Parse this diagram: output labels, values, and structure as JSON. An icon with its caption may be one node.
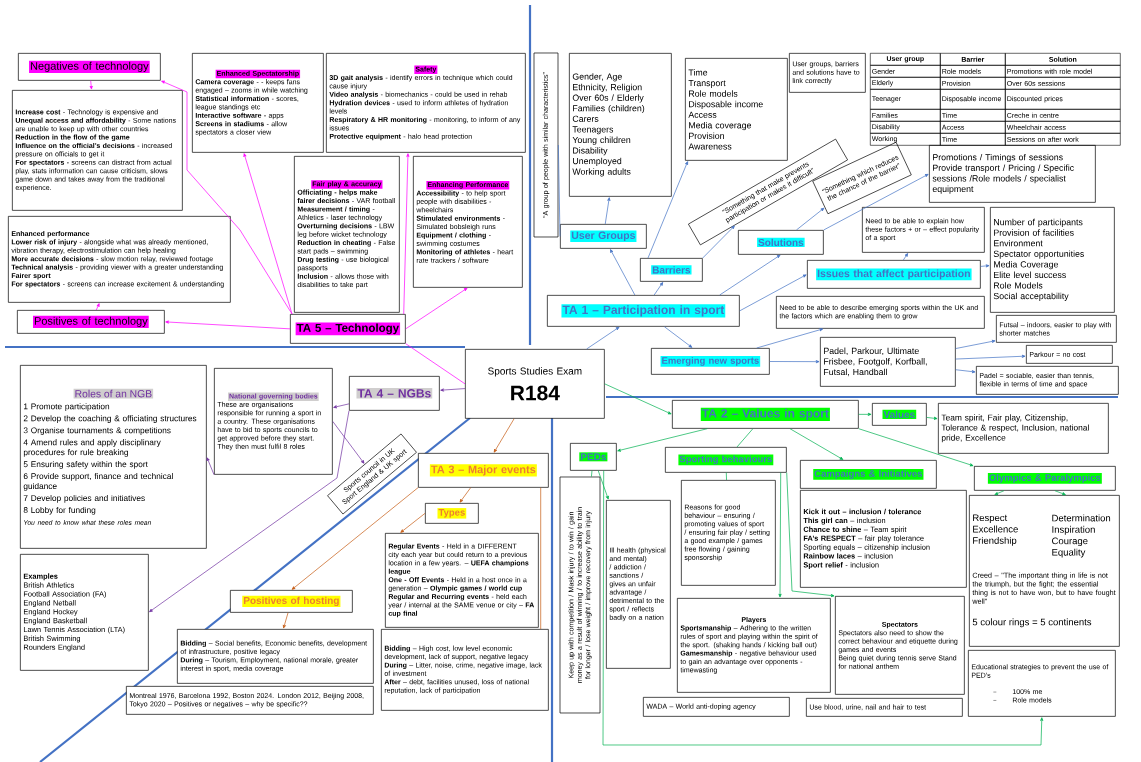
{
  "diagram": {
    "nodes": [
      {
        "text": [
          "Negatives of technology"
        ]
      },
      {
        "text": [
          "**Increase cost** - Technology is expensive and",
          "**Unequal access and affordability** - Some nations are unable to keep up with other countries",
          "**Reduction in the flow of the game**",
          "**Influence on the official’s decisions** - increased pressure on officials to get it",
          "**For spectators** - screens can distract from actual play, stats information can cause criticism, slows game down and takes away from the traditional experience."
        ]
      },
      {
        "text": [
          "Enhanced Spectatorship",
          "**Camera coverage** - - keeps fans engaged – zooms in while watching",
          "**Statistical information** - scores, league standings etc",
          "**Interactive software** - apps",
          "**Screens in stadiums** - allow spectators a closer view"
        ]
      },
      {
        "text": [
          "Safety",
          "**3D gait analysis** - identify errors in technique which could cause injury",
          "**Video analysis** - biomechanics - could be used in rehab",
          "**Hydration devices** - used to inform athletes of hydration levels",
          "**Respiratory & HR monitoring** - monitoring, to inform of any issues",
          "**Protective equipment** - halo head protection"
        ]
      },
      {
        "text": [
          "Fair play & accuracy",
          "**Officiating - helps make fairer decisions** - VAR football",
          "**Measurement / timing** - Athletics - laser technology",
          "**Overturning decisions** - LBW leg before wicket technology",
          "**Reduction in cheating** - False start pads – swimming",
          "**Drug testing** - use biological passports",
          "**Inclusion** - allows those with disabilities to take part"
        ]
      },
      {
        "text": [
          "Enhancing Performance",
          "**Accessibility** - to help sport people with disabilities - wheelchairs",
          "**Stimulated environments** - Simulated bobsleigh runs",
          "**Equipment / clothing** - swimming costumes",
          "**Monitoring of athletes** - heart rate trackers / software"
        ]
      },
      {
        "text": [
          "Enhanced performance",
          "**Lower risk of injury** - alongside what was already mentioned, vibration therapy, electrostimulation can help healing",
          "**More accurate decisions** - slow motion relay, reviewed footage",
          "**Technical analysis** - providing viewer with a greater understanding",
          "**Fairer sport**",
          "**For spectators** - screens can increase excitement & understanding"
        ]
      },
      {
        "text": [
          "Positives of technology"
        ]
      },
      {
        "text": [
          "TA 5 – Technology"
        ]
      },
      {
        "text": [
          "Sports Studies Exam",
          "R184"
        ]
      },
      {
        "text": [
          "TA 1 – Participation in sport"
        ]
      },
      {
        "text": [
          "User Groups"
        ]
      },
      {
        "text": [
          "Gender, Age",
          "Ethnicity, Religion",
          "Over 60s / Elderly",
          "Families (children)",
          "Carers",
          "Teenagers",
          "Young children",
          "Disability",
          "Unemployed",
          "Working adults"
        ]
      },
      {
        "text": [
          "“A group of people with similar characteristics”"
        ]
      },
      {
        "text": [
          "Time",
          "Transport",
          "Role models",
          "Disposable income",
          "Access",
          "Media coverage",
          "Provision",
          "Awareness"
        ]
      },
      {
        "text": [
          "Barriers"
        ]
      },
      {
        "text": [
          "“Something that make prevents participation or makes it difficult”"
        ]
      },
      {
        "text": [
          "Solutions"
        ]
      },
      {
        "text": [
          "“Something which reduces the chance of the barrier”"
        ]
      },
      {
        "text": [
          "Promotions / Timings of sessions Provide transport / Pricing / Specific sessions /Role models / specialist equipment"
        ]
      },
      {
        "text": [
          "User groups, barriers and solutions have to link correctly"
        ]
      },
      {
        "text": [
          "Issues that affect participation"
        ]
      },
      {
        "text": [
          "Need to be able to explain how these factors + or – effect popularity of a sport"
        ]
      },
      {
        "text": [
          "Number of participants",
          "Provision of facilities",
          "Environment",
          "Spectator opportunities",
          "Media Coverage",
          "Elite level success",
          "Role Models",
          "Social acceptability"
        ]
      },
      {
        "text": [
          "Emerging new sports"
        ]
      },
      {
        "text": [
          "Need to be able to describe emerging sports within the UK and the factors which are enabling them to grow"
        ]
      },
      {
        "text": [
          "Padel, Parkour, Ultimate Frisbee, Footgolf, Korfball, Futsal, Handball"
        ]
      },
      {
        "text": [
          "Futsal – indoors, easier to play with shorter matches"
        ]
      },
      {
        "text": [
          "Parkour = no cost"
        ]
      },
      {
        "text": [
          "Padel = sociable, easier than tennis, flexible in terms of time and space"
        ]
      },
      {
        "text": [
          "TA 4 – NGBs"
        ]
      },
      {
        "text": [
          "Roles of an NGB",
          "1 Promote participation",
          "2 Develop the coaching & officiating structures",
          "3 Organise tournaments & competitions",
          "4 Amend rules and apply disciplinary procedures for rule breaking",
          "5 Ensuring safety within the sport",
          "6 Provide support, finance and technical guidance",
          "7 Develop policies and initiatives",
          "8 Lobby for funding",
          "You need to know what these roles mean"
        ]
      },
      {
        "text": [
          "National governing bodies",
          "These are organisations responsible for running a sport in a country. These organisations have to bid to sports councils to get approved before they start. They then must fulfil 8 roles"
        ]
      },
      {
        "text": [
          "Sports council in UK Sport England & UK sport"
        ]
      },
      {
        "text": [
          "Examples",
          "British Athletics",
          "Football Association (FA)",
          "England Netball",
          "England Hockey",
          "England Basketball",
          "Lawn Tennis Association (LTA)",
          "British Swimming",
          "Rounders England"
        ]
      },
      {
        "text": [
          "TA 3 – Major events"
        ]
      },
      {
        "text": [
          "Types"
        ]
      },
      {
        "text": [
          "**Regular Events** - Held in a DIFFERENT city each year but could return to a previous location in a few years. – **UEFA champions league**",
          "**One - Off Events** - Held in a host once in a generation – **Olympic games / world cup**",
          "**Regular and Recurring events** - held each year / internal at the SAME venue or city – **FA cup final**"
        ]
      },
      {
        "text": [
          "Positives of hosting"
        ]
      },
      {
        "text": [
          "**Bidding** – Social benefits, Economic benefits, development of infrastructure, positive legacy",
          "**During** – Tourism, Employment, national morale, greater interest in sport, media coverage"
        ]
      },
      {
        "text": [
          "**Bidding** – High cost, low level economic development, lack of support, negative legacy",
          "**During** – Litter, noise, crime, negative image, lack of investment",
          "**After** – debt, facilities unused, loss of national reputation, lack of participation"
        ]
      },
      {
        "text": [
          "Montreal 1976, Barcelona 1992, Boston 2024. London 2012, Beijing 2008, Tokyo 2020 – Positives or negatives – why be specific??"
        ]
      },
      {
        "text": [
          "TA 2 – Values in sport"
        ]
      },
      {
        "text": [
          "Values"
        ]
      },
      {
        "text": [
          "Team spirit, Fair play, Citizenship, Tolerance & respect, Inclusion, national pride, Excellence"
        ]
      },
      {
        "text": [
          "PEDs"
        ]
      },
      {
        "text": [
          "Keep up with competition / Mask injury / to win / gain money as a result of winning / to increase ability to train for longer / lose weight / improve recovery from injury"
        ]
      },
      {
        "text": [
          "Ill health (physical and mental) / addiction / sanctions / gives an unfair advantage / detrimental to the sport / reflects badly on a nation"
        ]
      },
      {
        "text": [
          "Sporting behaviours"
        ]
      },
      {
        "text": [
          "Reasons for good behaviour – ensuring / promoting values of sport / ensuring fair play / setting a good example / games free flowing / gaining sponsorship"
        ]
      },
      {
        "text": [
          "Players",
          "**Sportsmanship** – Adhering to the written rules of sport and playing within the spirit of the sport. (shaking hands / kicking ball out)",
          "**Gamesmanship** - negative behaviour used to gain an advantage over opponents - timewasting"
        ]
      },
      {
        "text": [
          "Campaigns & Initiatives"
        ]
      },
      {
        "text": [
          "**Kick it out – inclusion / tolerance**",
          "**This girl can** – inclusion",
          "**Chance to shine** – Team spirit",
          "**FA’s RESPECT** – fair play tolerance",
          "Sporting equals – citizenship inclusion",
          "**Rainbow laces** – inclusion",
          "**Sport relief** - inclusion"
        ]
      },
      {
        "text": [
          "Spectators",
          "Spectators also need to show the correct behaviour and etiquette during games and events",
          "Being quiet during tennis serve Stand for national anthem"
        ]
      },
      {
        "text": [
          "Olympics & Paralympics"
        ]
      },
      {
        "text": [
          "Respect Excellence Friendship",
          "Determination Inspiration Courage Equality",
          "Creed – \"The important thing in life is not the triumph, but the fight; the essential thing is not to have won, but to have fought well\"",
          "5 colour rings = 5 continents"
        ]
      },
      {
        "text": [
          "Educational strategies to prevent the use of PED’s",
          "100% me",
          "Role models"
        ]
      },
      {
        "text": [
          "WADA – World anti-doping agency"
        ]
      },
      {
        "text": [
          "Use blood, urine, nail and hair to test"
        ]
      }
    ],
    "edges": [
      {
        "from": 8,
        "to": 0,
        "arrow": "to",
        "color": "#ff00ff"
      },
      {
        "from": 8,
        "to": 2,
        "arrow": "to",
        "color": "#ff00ff"
      },
      {
        "from": 8,
        "to": 3,
        "arrow": "to",
        "color": "#ff00ff"
      },
      {
        "from": 8,
        "to": 5,
        "arrow": "to",
        "color": "#ff00ff"
      },
      {
        "from": 8,
        "to": 7,
        "arrow": "to",
        "color": "#ff00ff"
      },
      {
        "from": 0,
        "to": 1,
        "arrow": "to",
        "color": "#ff00ff"
      },
      {
        "from": 7,
        "to": 6,
        "arrow": "to",
        "color": "#ff00ff"
      },
      {
        "from": 9,
        "to": 8,
        "arrow": "none",
        "color": "#ff00ff"
      },
      {
        "from": 9,
        "to": 10,
        "arrow": "to"
      },
      {
        "from": 10,
        "to": 11,
        "arrow": "to"
      },
      {
        "from": 11,
        "to": 12,
        "arrow": "to"
      },
      {
        "from": 13,
        "to": 11,
        "arrow": "none"
      },
      {
        "from": 10,
        "to": 15,
        "arrow": "to"
      },
      {
        "from": 15,
        "to": 14,
        "arrow": "to"
      },
      {
        "from": 15,
        "to": 16,
        "arrow": "to"
      },
      {
        "from": 10,
        "to": 17,
        "arrow": "to"
      },
      {
        "from": 17,
        "to": 18,
        "arrow": "to"
      },
      {
        "from": 17,
        "to": 19,
        "arrow": "to"
      },
      {
        "from": 10,
        "to": 21,
        "arrow": "to"
      },
      {
        "from": 21,
        "to": 22,
        "arrow": "to"
      },
      {
        "from": 21,
        "to": 23,
        "arrow": "to"
      },
      {
        "from": 10,
        "to": 24,
        "arrow": "to"
      },
      {
        "from": 24,
        "to": 25,
        "arrow": "to"
      },
      {
        "from": 24,
        "to": 26,
        "arrow": "to"
      },
      {
        "from": 26,
        "to": 27,
        "arrow": "to"
      },
      {
        "from": 26,
        "to": 28,
        "arrow": "to"
      },
      {
        "from": 26,
        "to": 29,
        "arrow": "to"
      },
      {
        "from": 9,
        "to": 30,
        "arrow": "to",
        "color": "#7030a0"
      },
      {
        "from": 30,
        "to": 32,
        "arrow": "to",
        "color": "#7030a0"
      },
      {
        "from": 32,
        "to": 33,
        "arrow": "to",
        "color": "#7030a0"
      },
      {
        "from": 32,
        "to": 31,
        "arrow": "to",
        "color": "#7030a0"
      },
      {
        "from": 30,
        "to": 34,
        "arrow": "to",
        "color": "#7030a0"
      },
      {
        "from": 9,
        "to": 35,
        "arrow": "to",
        "color": "#c55a11"
      },
      {
        "from": 35,
        "to": 36,
        "arrow": "to",
        "color": "#c55a11"
      },
      {
        "from": 36,
        "to": 37,
        "arrow": "to",
        "color": "#c55a11"
      },
      {
        "from": 35,
        "to": 38,
        "arrow": "to",
        "color": "#c55a11"
      },
      {
        "from": 38,
        "to": 39,
        "arrow": "to",
        "color": "#c55a11"
      },
      {
        "from": 35,
        "to": 40,
        "arrow": "none",
        "color": "#c55a11"
      },
      {
        "from": 9,
        "to": 42,
        "arrow": "to",
        "color": "#00b050"
      },
      {
        "from": 42,
        "to": 43,
        "arrow": "to",
        "color": "#00b050"
      },
      {
        "from": 43,
        "to": 44,
        "arrow": "to",
        "color": "#00b050"
      },
      {
        "from": 42,
        "to": 45,
        "arrow": "to",
        "color": "#00b050"
      },
      {
        "from": 42,
        "to": 48,
        "arrow": "none",
        "color": "#00b050"
      },
      {
        "from": 42,
        "to": 51,
        "arrow": "to",
        "color": "#00b050"
      },
      {
        "from": 42,
        "to": 54,
        "arrow": "to",
        "color": "#00b050"
      },
      {
        "from": 45,
        "to": 46,
        "arrow": "none",
        "color": "#00b050"
      },
      {
        "from": 45,
        "to": 47,
        "arrow": "to",
        "color": "#00b050"
      },
      {
        "from": 48,
        "to": 49,
        "arrow": "none",
        "color": "#00b050"
      },
      {
        "from": 48,
        "to": 50,
        "arrow": "to",
        "color": "#00b050"
      },
      {
        "from": 48,
        "to": 53,
        "arrow": "to",
        "color": "#00b050"
      },
      {
        "from": 54,
        "to": 55,
        "arrow": "to",
        "color": "#00b050"
      },
      {
        "from": 54,
        "to": 55,
        "arrow": "to",
        "color": "#00b050"
      },
      {
        "from": 45,
        "to": 56,
        "arrow": "to",
        "color": "#00b050"
      }
    ],
    "labels": [
      "User group",
      "Barrier",
      "Solution",
      "Gender",
      "Role models",
      "Promotions with role model",
      "Elderly",
      "Provision",
      "Over 60s sessions",
      "Teenager",
      "Disposable income",
      "Discounted prices",
      "Families",
      "Time",
      "Creche in centre",
      "Disability",
      "Access",
      "Wheelchair access",
      "Working",
      "Time",
      "Sessions on after work"
    ]
  }
}
